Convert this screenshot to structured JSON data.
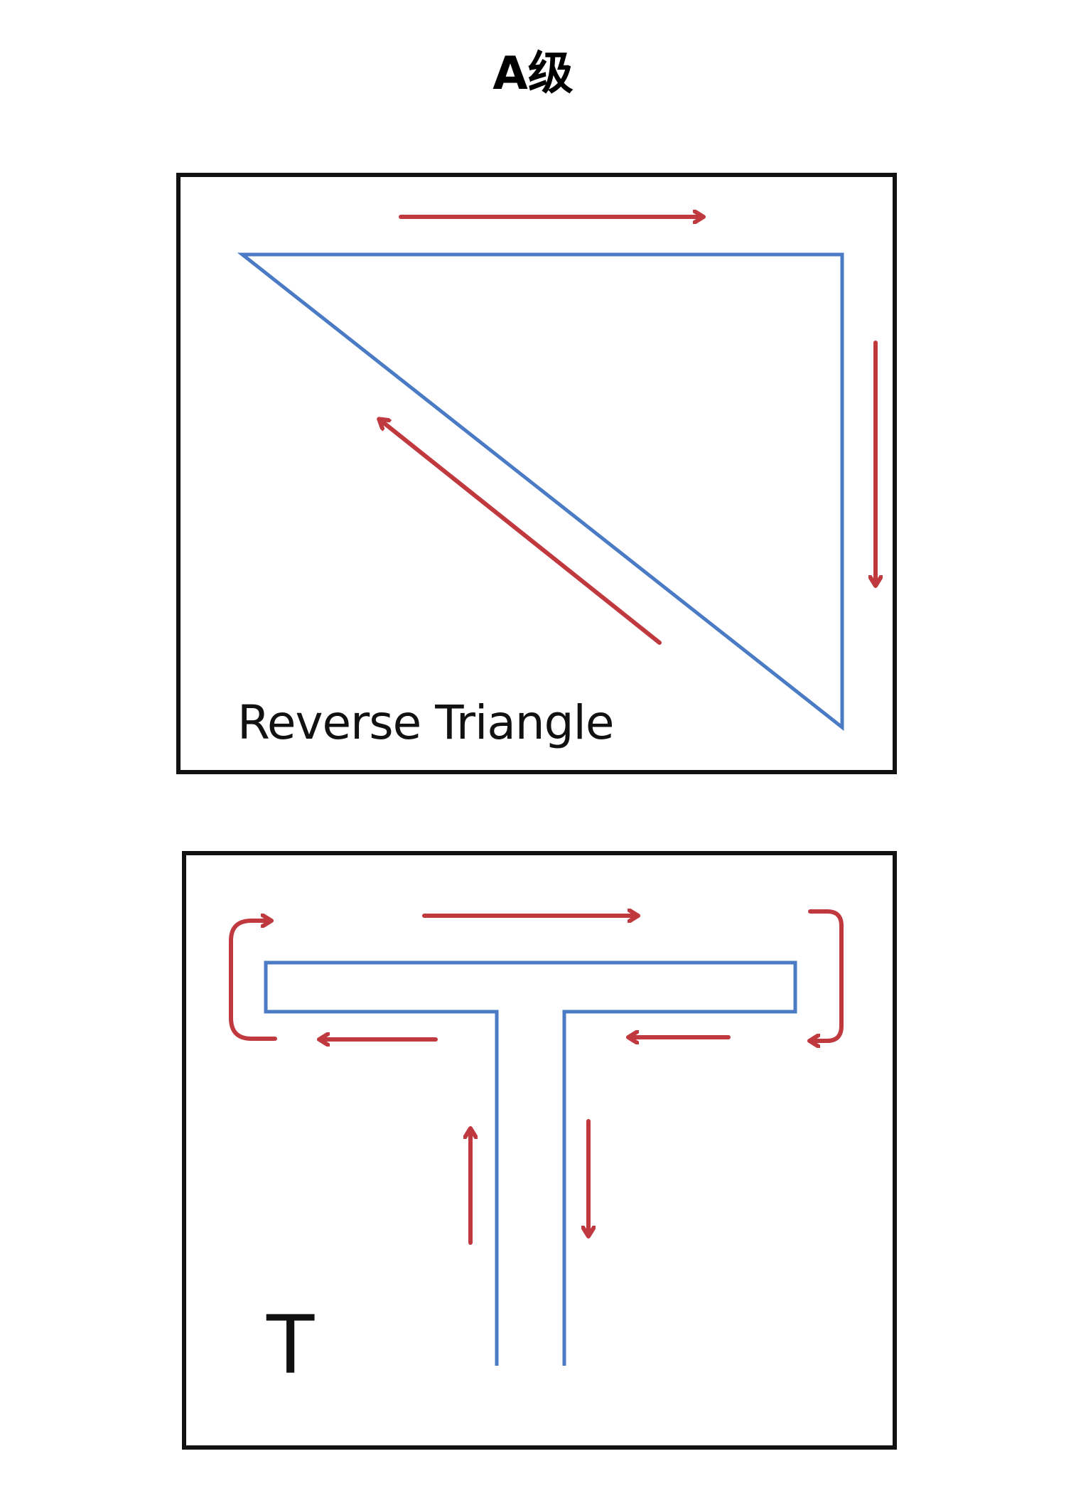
{
  "title": "A级",
  "colors": {
    "path": "#4a7bc4",
    "arrow": "#c0393f",
    "frame": "#111111"
  },
  "panels": [
    {
      "label": "Reverse Triangle"
    },
    {
      "label": "T"
    }
  ]
}
